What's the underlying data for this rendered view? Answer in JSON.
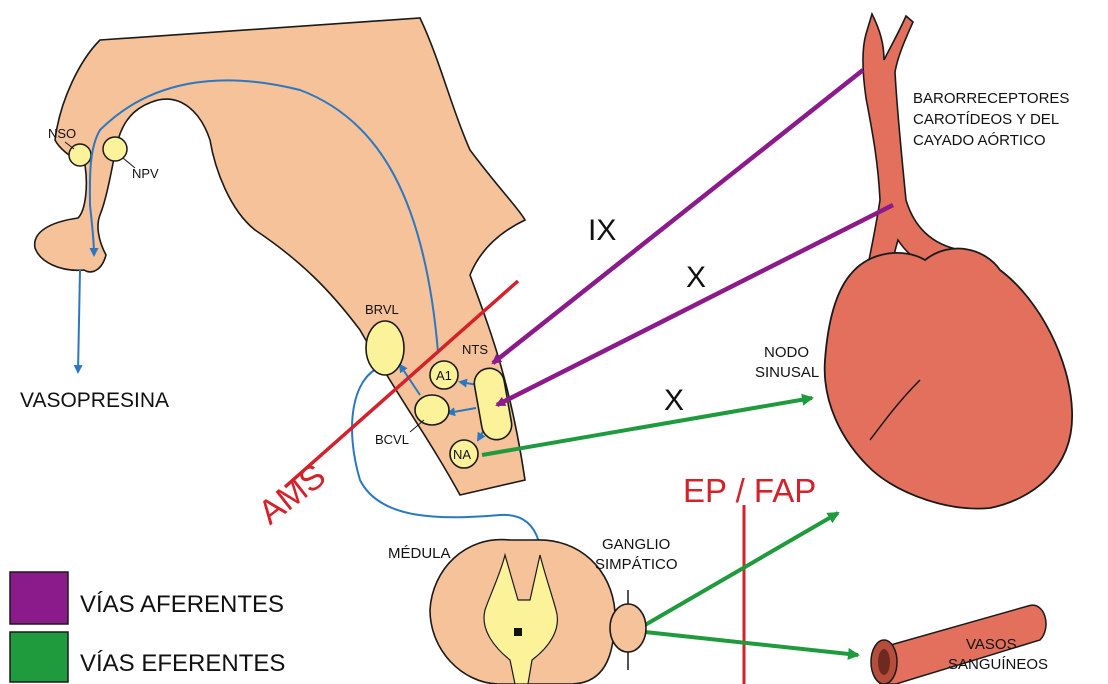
{
  "labels": {
    "nso": "NSO",
    "npv": "NPV",
    "vasopresina": "VASOPRESINA",
    "brvl": "BRVL",
    "nts": "NTS",
    "a1": "A1",
    "bcvl": "BCVL",
    "na": "NA",
    "ams": "AMS",
    "ix": "IX",
    "x_upper": "X",
    "x_lower": "X",
    "baro_line1": "BARORRECEPTORES",
    "baro_line2": "CAROTÍDEOS Y DEL",
    "baro_line3": "CAYADO AÓRTICO",
    "nodo_line1": "NODO",
    "nodo_line2": "SINUSAL",
    "ep_fap": "EP / FAP",
    "medula": "MÉDULA",
    "ganglio_line1": "GANGLIO",
    "ganglio_line2": "SIMPÁTICO",
    "vasos_line1": "VASOS",
    "vasos_line2": "SANGUÍNEOS"
  },
  "legend": {
    "afferent": "VÍAS AFERENTES",
    "efferent": "VÍAS EFERENTES"
  },
  "colors": {
    "afferent": "#8b1a8b",
    "efferent": "#1f9a3c",
    "red_line": "#d4212a",
    "blue_path": "#2b78c2",
    "brain": "#f5c29a",
    "nucleus": "#fbf29a",
    "heart": "#e2705d"
  }
}
